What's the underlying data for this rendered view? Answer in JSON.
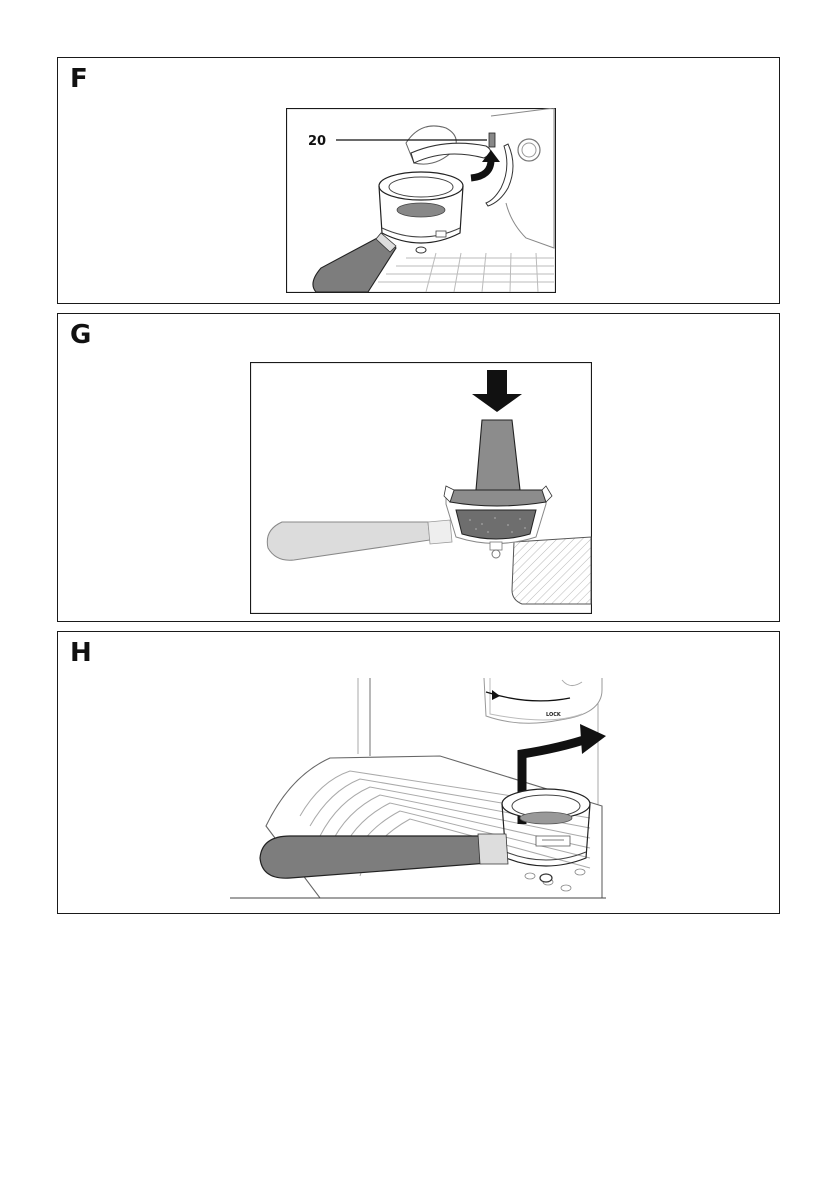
{
  "panels": [
    {
      "letter": "F",
      "callout": "20"
    },
    {
      "letter": "G"
    },
    {
      "letter": "H",
      "dial_label": "LOCK"
    }
  ],
  "colors": {
    "line": "#1a1a1a",
    "handle": "#7d7d7d",
    "handle_light": "#dcdcdc",
    "tamper": "#8c8c8c",
    "grounds": "#6e6e6e"
  }
}
